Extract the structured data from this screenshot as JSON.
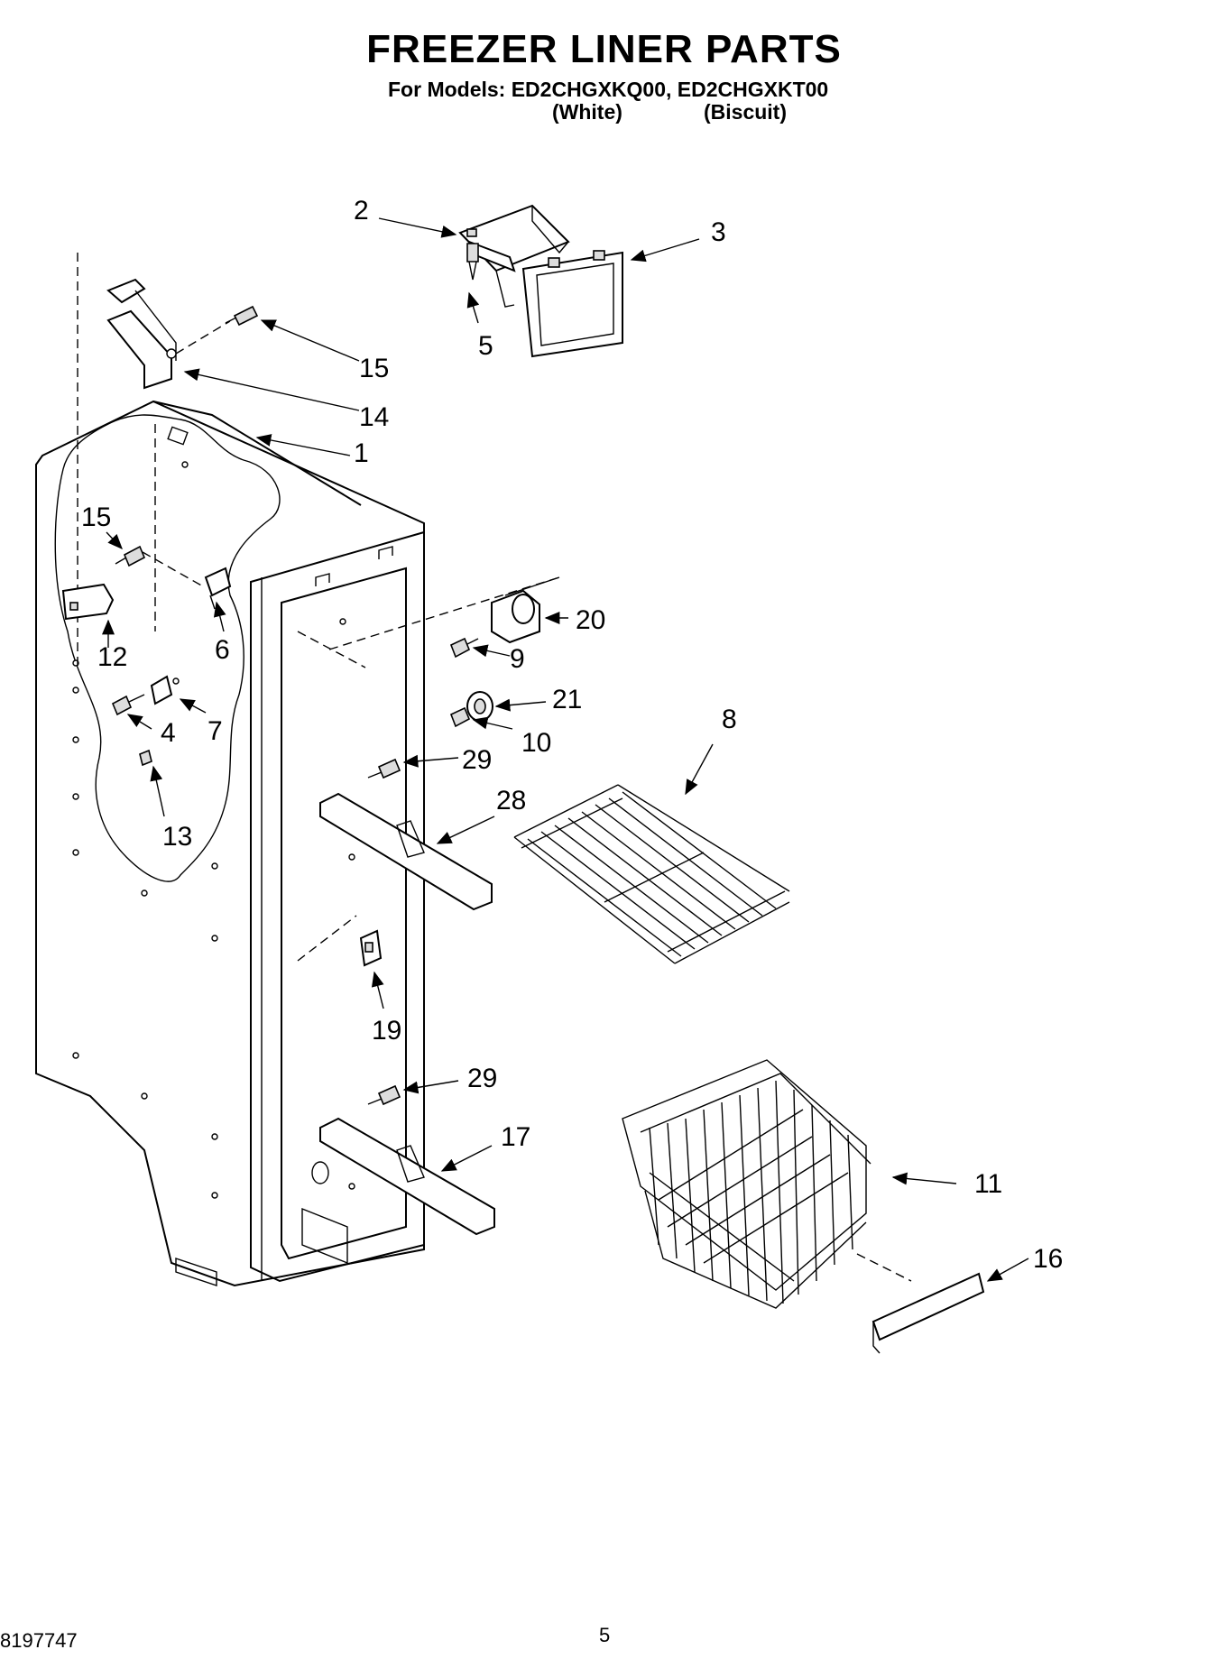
{
  "header": {
    "title": "FREEZER LINER PARTS",
    "models_line": "For Models: ED2CHGXKQ00, ED2CHGXKT00",
    "variant_1": "(White)",
    "variant_2": "(Biscuit)"
  },
  "callouts": [
    "1",
    "2",
    "3",
    "4",
    "5",
    "6",
    "7",
    "8",
    "9",
    "10",
    "11",
    "12",
    "13",
    "14",
    "15",
    "15",
    "16",
    "17",
    "19",
    "20",
    "21",
    "28",
    "29",
    "29"
  ],
  "footer": {
    "doc_number": "8197747",
    "page_number": "5"
  }
}
